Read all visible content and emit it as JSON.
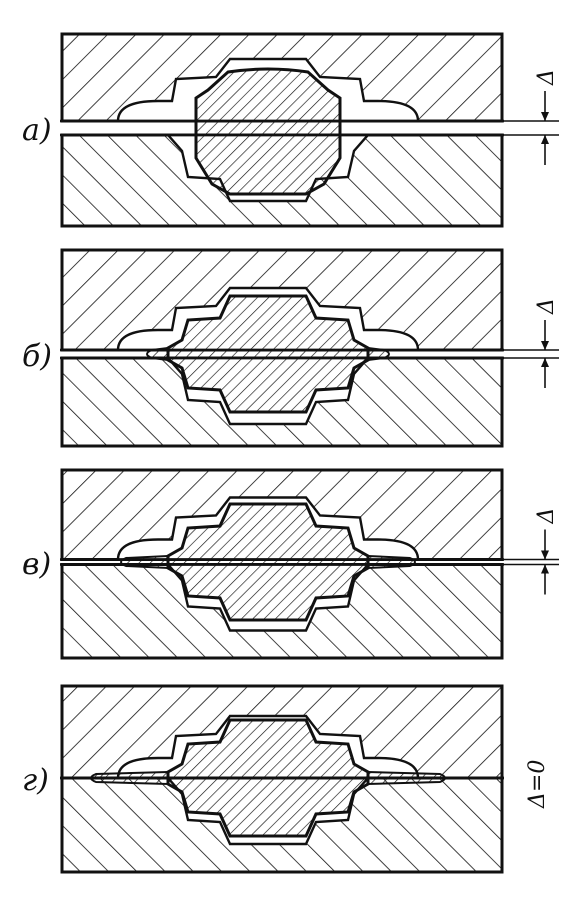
{
  "figure": {
    "ink_color": "#111111",
    "paper_color": "#ffffff",
    "stages": [
      {
        "id": "a",
        "label": "а)",
        "gap_label": "Δ",
        "gap": 1.0
      },
      {
        "id": "b",
        "label": "б)",
        "gap_label": "Δ",
        "gap": 0.6
      },
      {
        "id": "v",
        "label": "в)",
        "gap_label": "Δ",
        "gap": 0.35
      },
      {
        "id": "g",
        "label": "г)",
        "gap_label": "Δ=0",
        "gap": 0
      }
    ]
  }
}
